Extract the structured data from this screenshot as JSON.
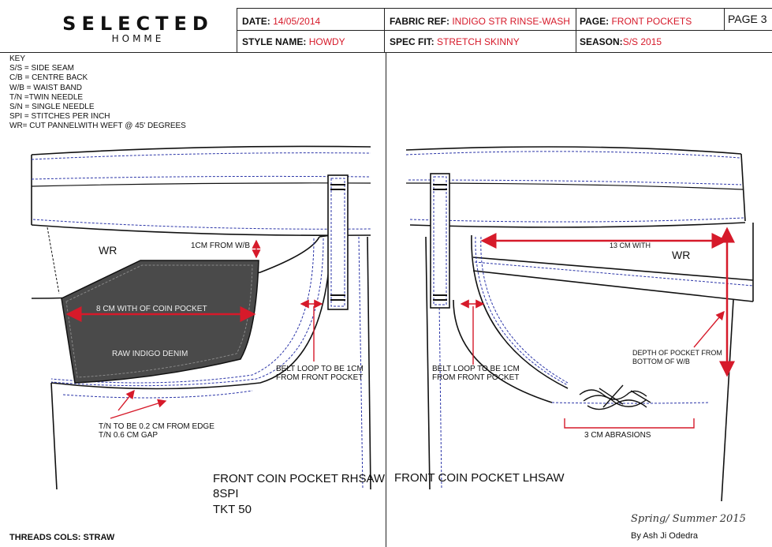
{
  "brand": {
    "name": "SELECTED",
    "sub": "HOMME"
  },
  "header": {
    "date_label": "DATE:",
    "date_value": "14/05/2014",
    "style_label": "STYLE NAME:",
    "style_value": "HOWDY",
    "fabric_label": "FABRIC REF:",
    "fabric_value": "INDIGO STR RINSE-WASH",
    "fit_label": "SPEC FIT:",
    "fit_value": "STRETCH SKINNY",
    "page_label": "PAGE:",
    "page_value": "FRONT POCKETS",
    "season_label": "SEASON:",
    "season_value": "S/S 2015",
    "page_number": "PAGE 3"
  },
  "key": {
    "title": "KEY",
    "items": [
      "S/S = SIDE SEAM",
      "C/B = CENTRE BACK",
      "W/B = WAIST BAND",
      "T/N =TWIN NEEDLE",
      "S/N = SINGLE NEEDLE",
      "SPI = STITCHES PER INCH",
      "WR= CUT PANNELWITH WEFT @ 45' DEGREES"
    ]
  },
  "left": {
    "wr": "WR",
    "from_wb": "1CM FROM W/B",
    "coin_width": "8 CM WITH OF COIN POCKET",
    "fabric": "RAW INDIGO DENIM",
    "belt_loop_1": "BELT LOOP TO BE 1CM",
    "belt_loop_2": "FROM FRONT POCKET",
    "tn_1": "T/N TO BE 0.2 CM FROM EDGE",
    "tn_2": "T/N 0.6 CM GAP",
    "title_1": "FRONT COIN POCKET RHSAW",
    "title_2": "8SPI",
    "title_3": "TKT 50"
  },
  "right": {
    "width": "13 CM WITH",
    "wr": "WR",
    "depth_1": "DEPTH OF POCKET FROM",
    "depth_2": "BOTTOM OF W/B",
    "belt_loop_1": "BELT LOOP TO BE 1CM",
    "belt_loop_2": "FROM FRONT POCKET",
    "abrasions": "3 CM ABRASIONS",
    "title": "FRONT COIN POCKET LHSAW"
  },
  "footer": {
    "threads": "THREADS COLS: STRAW",
    "season_script": "Spring/ Summer 2015",
    "designer": "By Ash Ji Odedra"
  },
  "colors": {
    "annotation": "#d61a2a",
    "coin_pocket": "#4a4a4a",
    "stitch": "#2b35a8"
  }
}
